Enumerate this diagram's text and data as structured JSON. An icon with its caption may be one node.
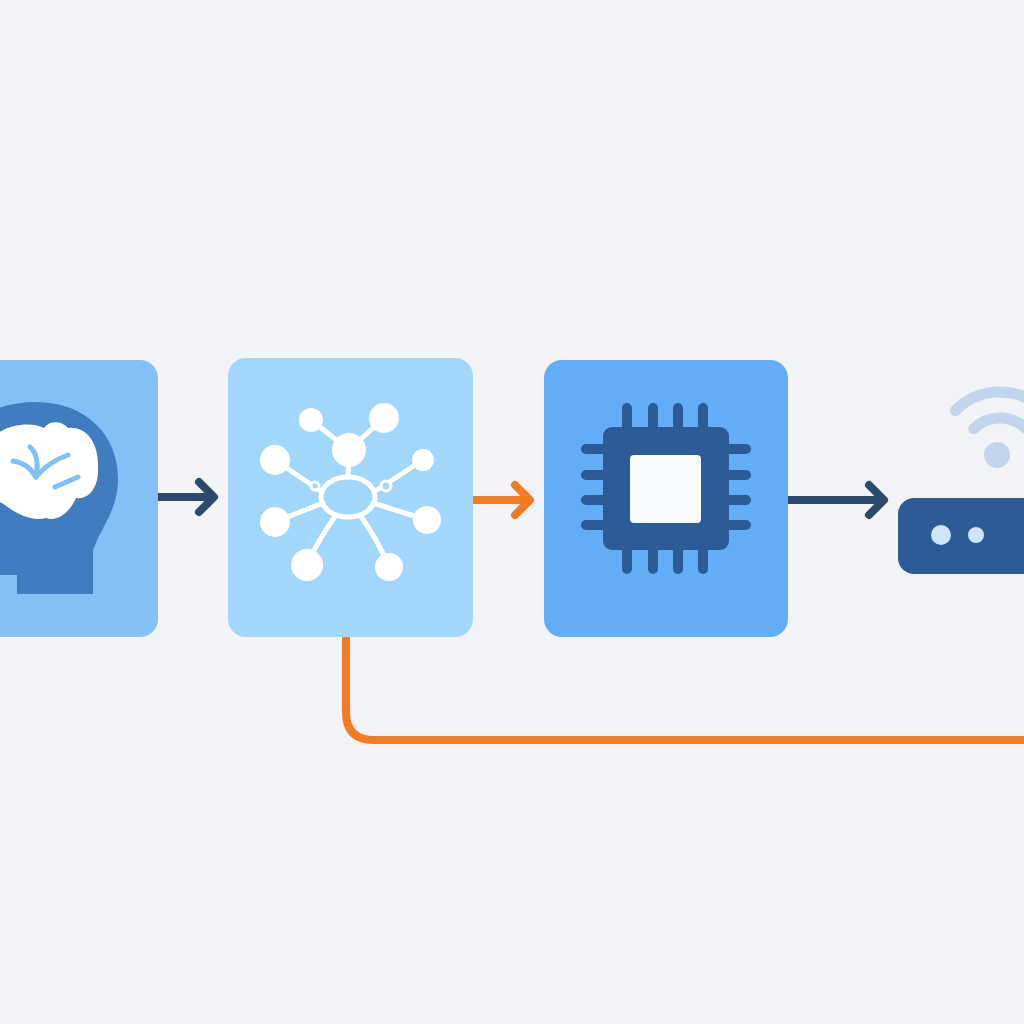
{
  "diagram": {
    "nodes": [
      {
        "text": [],
        "shape": "box"
      },
      {
        "text": [],
        "shape": "box"
      },
      {
        "text": [],
        "shape": "box"
      },
      {
        "text": [],
        "shape": "picture"
      }
    ],
    "edges": [
      {
        "from": 0,
        "to": 1,
        "arrow": "to"
      },
      {
        "from": 1,
        "to": 2,
        "arrow": "to",
        "color": "#f47b20"
      },
      {
        "from": 2,
        "to": 3,
        "arrow": "to"
      },
      {
        "from": 1,
        "to": null,
        "arrow": "none",
        "color": "#f47b20"
      }
    ]
  }
}
